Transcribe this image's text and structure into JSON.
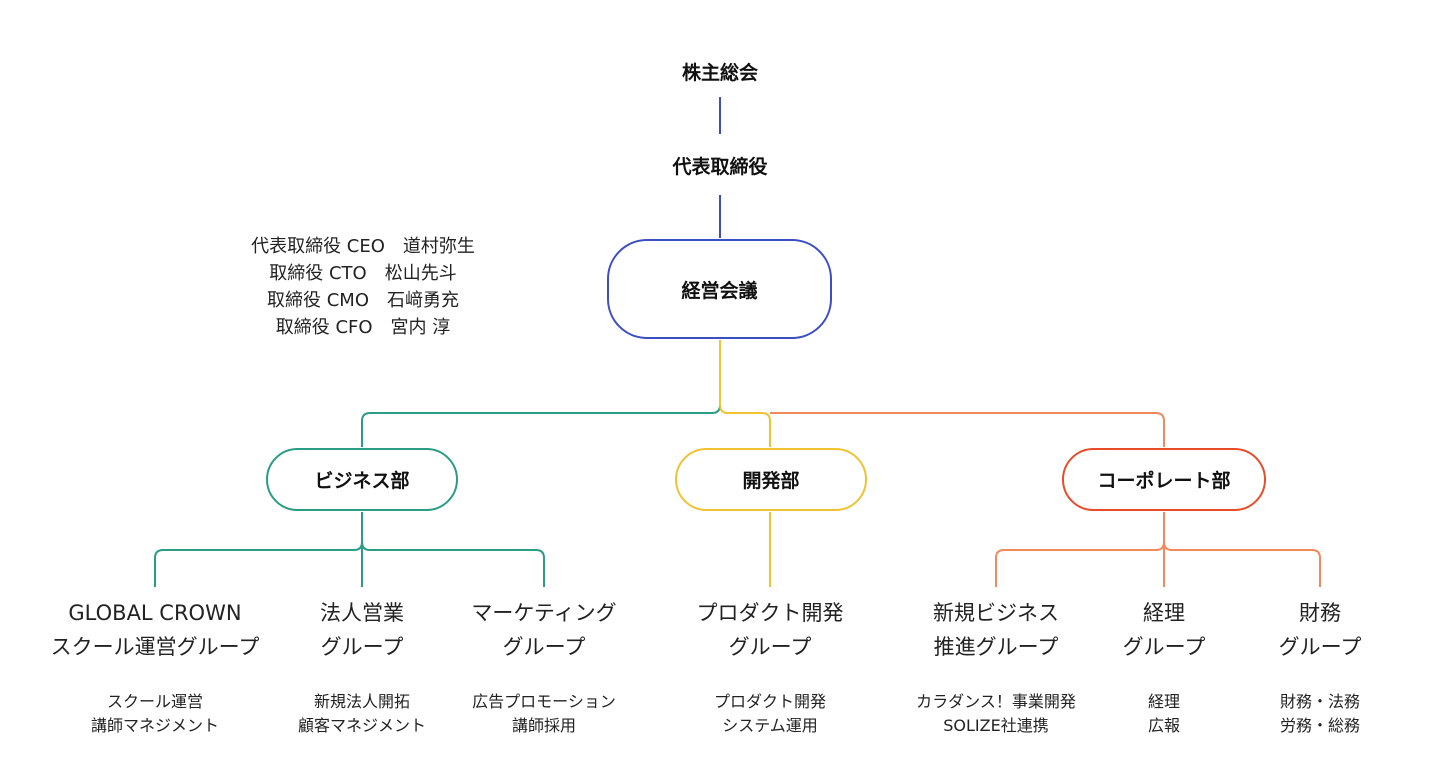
{
  "colors": {
    "top": "#3d4ec4",
    "business": "#2a9d84",
    "dev": "#f1c232",
    "corporate": "#e84c2a",
    "corporate_line": "#f08a5d"
  },
  "top": {
    "shareholders": "株主総会",
    "representative": "代表取締役",
    "management": "経営会議"
  },
  "executives": [
    "代表取締役 CEO　道村弥生",
    "取締役 CTO　松山先斗",
    "取締役 CMO　石﨑勇充",
    "取締役 CFO　宮内 淳"
  ],
  "departments": {
    "business": {
      "name": "ビジネス部",
      "groups": [
        {
          "title": [
            "GLOBAL CROWN",
            "スクール運営グループ"
          ],
          "duties": [
            "スクール運営",
            "講師マネジメント"
          ]
        },
        {
          "title": [
            "法人営業",
            "グループ"
          ],
          "duties": [
            "新規法人開拓",
            "顧客マネジメント"
          ]
        },
        {
          "title": [
            "マーケティング",
            "グループ"
          ],
          "duties": [
            "広告プロモーション",
            "講師採用"
          ]
        }
      ]
    },
    "dev": {
      "name": "開発部",
      "groups": [
        {
          "title": [
            "プロダクト開発",
            "グループ"
          ],
          "duties": [
            "プロダクト開発",
            "システム運用"
          ]
        }
      ]
    },
    "corporate": {
      "name": "コーポレート部",
      "groups": [
        {
          "title": [
            "新規ビジネス",
            "推進グループ"
          ],
          "duties": [
            "カラダンス！事業開発",
            "SOLIZE社連携"
          ]
        },
        {
          "title": [
            "経理",
            "グループ"
          ],
          "duties": [
            "経理",
            "広報"
          ]
        },
        {
          "title": [
            "財務",
            "グループ"
          ],
          "duties": [
            "財務・法務",
            "労務・総務"
          ]
        }
      ]
    }
  }
}
